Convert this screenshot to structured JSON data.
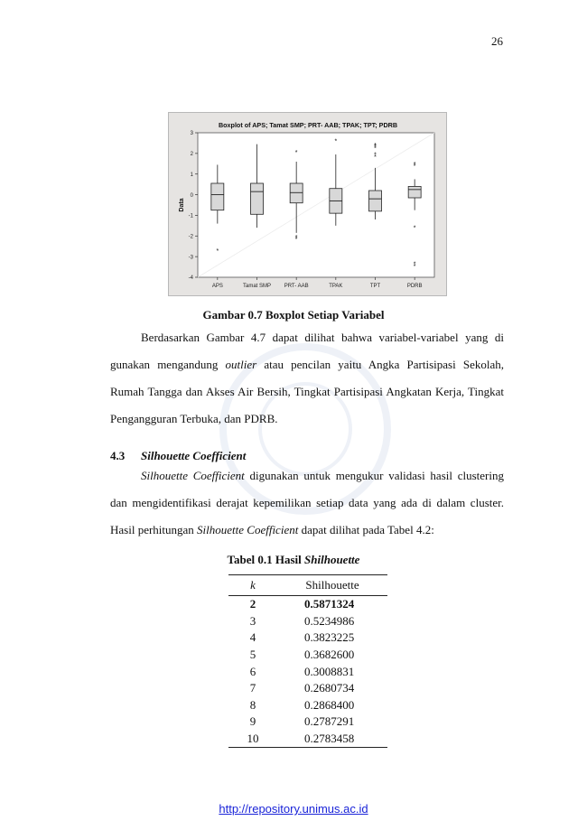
{
  "page_number": "26",
  "figure_caption": "Gambar 0.7 Boxplot Setiap Variabel",
  "chart_data": {
    "type": "boxplot",
    "title": "Boxplot of APS; Tamat SMP; PRT- AAB; TPAK; TPT; PDRB",
    "ylabel": "Data",
    "xlabel": "",
    "ylim": [
      -4,
      3
    ],
    "yticks": [
      -4,
      -3,
      -2,
      -1,
      0,
      1,
      2,
      3
    ],
    "categories": [
      "APS",
      "Tamat SMP",
      "PRT- AAB",
      "TPAK",
      "TPT",
      "PDRB"
    ],
    "boxes": [
      {
        "whisker_low": -1.4,
        "q1": -0.75,
        "median": 0.0,
        "q3": 0.55,
        "whisker_high": 1.45,
        "outliers": [
          -2.7
        ]
      },
      {
        "whisker_low": -1.6,
        "q1": -0.95,
        "median": 0.15,
        "q3": 0.55,
        "whisker_high": 2.45,
        "outliers": []
      },
      {
        "whisker_low": -1.85,
        "q1": -0.4,
        "median": 0.1,
        "q3": 0.55,
        "whisker_high": 1.6,
        "outliers": [
          -2.05,
          -2.15,
          2.05
        ]
      },
      {
        "whisker_low": -1.5,
        "q1": -0.9,
        "median": -0.3,
        "q3": 0.3,
        "whisker_high": 1.95,
        "outliers": [
          2.6
        ]
      },
      {
        "whisker_low": -1.2,
        "q1": -0.8,
        "median": -0.2,
        "q3": 0.2,
        "whisker_high": 1.3,
        "outliers": [
          1.85,
          1.95,
          2.25,
          2.35,
          2.4
        ]
      },
      {
        "whisker_low": -0.75,
        "q1": -0.15,
        "median": 0.25,
        "q3": 0.4,
        "whisker_high": 0.75,
        "outliers": [
          1.4,
          1.5,
          -1.6,
          -3.35,
          -3.45
        ]
      }
    ],
    "grid": false,
    "colors": {
      "box_fill": "#d8d8d8",
      "frame_bg": "#e6e4e2",
      "plot_bg": "#ffffff"
    }
  },
  "paragraph1": {
    "l1": "Berdasarkan Gambar 4.7 dapat dilihat bahwa variabel-variabel yang di",
    "l2a": "gunakan mengandung ",
    "l2b": "outlier",
    "l2c": " atau pencilan yaitu Angka Partisipasi Sekolah,",
    "l3": "Rumah Tangga dan Akses Air Bersih, Tingkat Partisipasi Angkatan Kerja, Tingkat",
    "l4": "Pengangguran Terbuka, dan PDRB."
  },
  "section": {
    "number": "4.3",
    "title": "Silhouette Coefficient"
  },
  "paragraph2": {
    "l1a": "Silhouette Coefficient",
    "l1b": " digunakan untuk mengukur validasi hasil clustering",
    "l2": "dan mengidentifikasi derajat kepemilikan setiap data yang ada di dalam cluster.",
    "l3a": "Hasil perhitungan ",
    "l3b": "Silhouette Coefficient",
    "l3c": " dapat dilihat pada Tabel 4.2:"
  },
  "table": {
    "caption_prefix": "Tabel 0.1 Hasil ",
    "caption_em": "Shilhouette",
    "col_k": "k",
    "col_value": "Shilhouette",
    "rows": [
      {
        "k": "2",
        "value": "0.5871324"
      },
      {
        "k": "3",
        "value": "0.5234986"
      },
      {
        "k": "4",
        "value": "0.3823225"
      },
      {
        "k": "5",
        "value": "0.3682600"
      },
      {
        "k": "6",
        "value": "0.3008831"
      },
      {
        "k": "7",
        "value": "0.2680734"
      },
      {
        "k": "8",
        "value": "0.2868400"
      },
      {
        "k": "9",
        "value": "0.2787291"
      },
      {
        "k": "10",
        "value": "0.2783458"
      }
    ]
  },
  "footer_link": "http://repository.unimus.ac.id"
}
